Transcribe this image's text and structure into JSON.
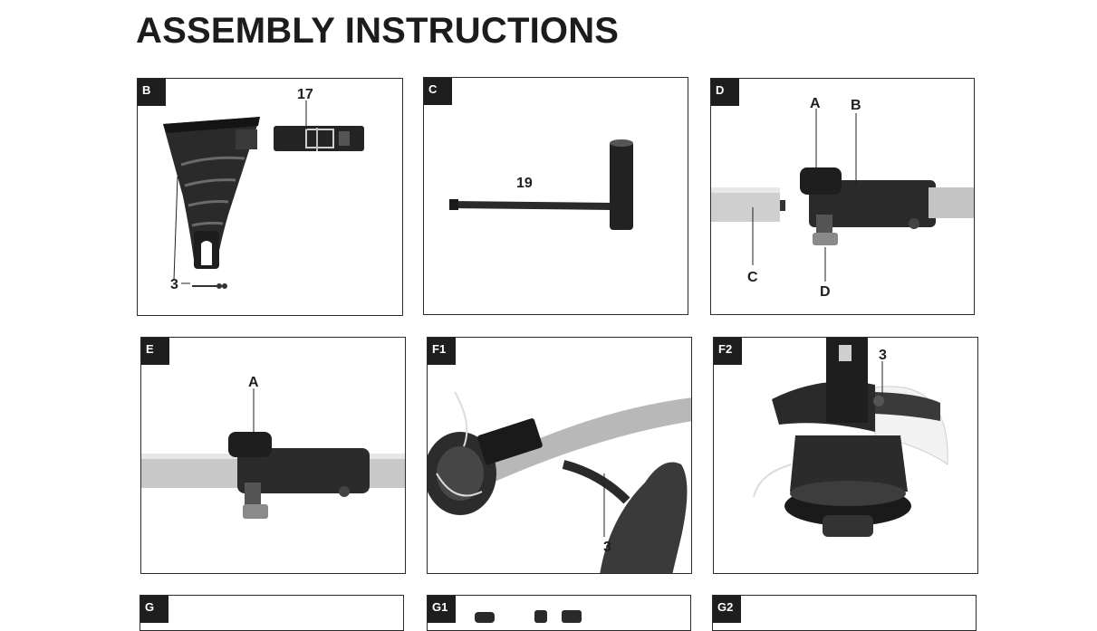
{
  "page": {
    "title": "ASSEMBLY INSTRUCTIONS"
  },
  "panels": {
    "b": {
      "tag": "B",
      "callouts": {
        "strap": "17",
        "bolt": "3"
      }
    },
    "c": {
      "tag": "C",
      "callouts": {
        "spanner": "19"
      }
    },
    "d": {
      "tag": "D",
      "callouts": {
        "a": "A",
        "b": "B",
        "c": "C",
        "d": "D"
      }
    },
    "e": {
      "tag": "E",
      "callouts": {
        "a": "A"
      }
    },
    "f1": {
      "tag": "F1",
      "callouts": {
        "screw": "3"
      }
    },
    "f2": {
      "tag": "F2",
      "callouts": {
        "screw": "3"
      }
    },
    "g": {
      "tag": "G"
    },
    "g1": {
      "tag": "G1"
    },
    "g2": {
      "tag": "G2"
    }
  }
}
